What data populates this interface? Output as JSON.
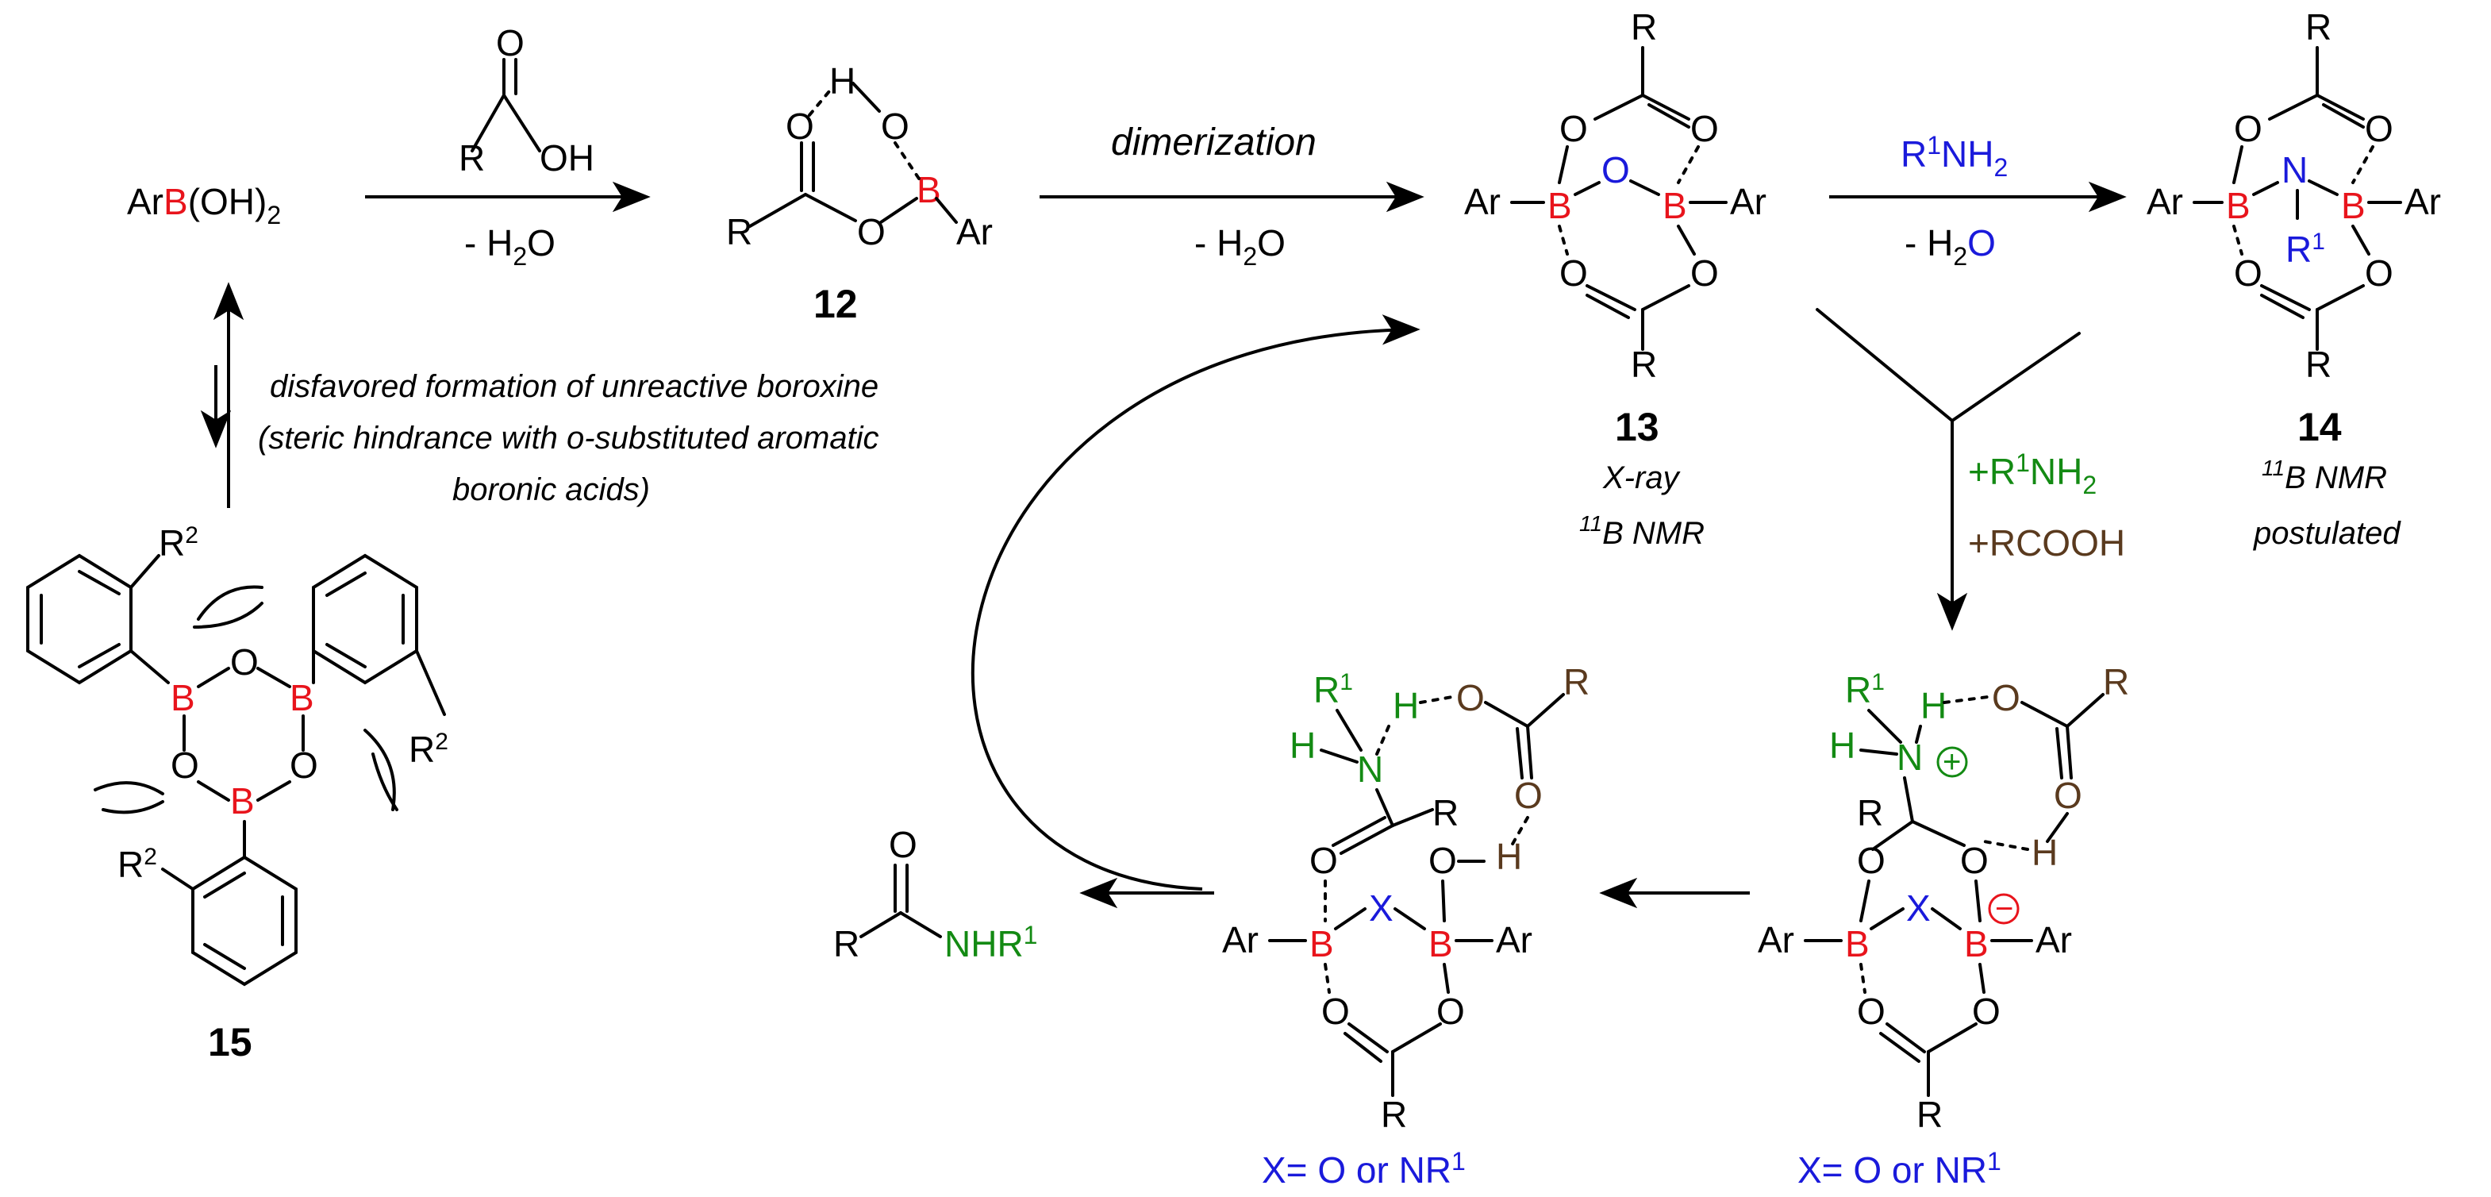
{
  "colors": {
    "boron": "#e8141c",
    "amine": "#138a13",
    "acid": "#5a3a1e",
    "highlight": "#1a1adb"
  },
  "reactant": {
    "prefix": "Ar",
    "boron": "B",
    "suffix": "(OH)",
    "sub2": "2"
  },
  "step1": {
    "reagent_R": "R",
    "reagent_O": "O",
    "reagent_OH": "OH",
    "byproduct": "- H",
    "byproduct_sub": "2",
    "byproduct_O": "O"
  },
  "compound12": {
    "label": "12"
  },
  "step2": {
    "label": "dimerization",
    "byproduct": "- H",
    "byproduct_sub": "2",
    "byproduct_O": "O"
  },
  "compound13": {
    "label": "13",
    "note1": "X-ray",
    "note2_sup": "11",
    "note2": "B NMR"
  },
  "step3": {
    "reagent": "R",
    "reagent_sup": "1",
    "reagent_rest": "NH",
    "reagent_sub": "2",
    "byproduct": "- H",
    "byproduct_sub": "2",
    "byproduct_O": "O"
  },
  "compound14": {
    "label": "14",
    "note1_sup": "11",
    "note1": "B NMR",
    "note2": "postulated"
  },
  "fork": {
    "add1": "+R",
    "add1_sup": "1",
    "add1_rest": "NH",
    "add1_sub": "2",
    "add2": "+RCOOH"
  },
  "boroxine_note": {
    "line1": "disfavored formation of unreactive boroxine",
    "line2": "(steric hindrance with o-substituted aromatic",
    "line3": "boronic acids)"
  },
  "compound15": {
    "label": "15"
  },
  "intermediate_left": {
    "x_label": "X= O or NR",
    "x_sup": "1"
  },
  "intermediate_right": {
    "x_label": "X= O or NR",
    "x_sup": "1"
  },
  "product": {
    "R": "R",
    "O": "O",
    "NHR": "NHR",
    "sup": "1"
  },
  "atoms": {
    "R": "R",
    "O": "O",
    "B": "B",
    "Ar": "Ar",
    "H": "H",
    "N": "N",
    "X": "X",
    "R2": "R",
    "two": "2",
    "one": "1",
    "plus": "+",
    "minus": "−"
  }
}
